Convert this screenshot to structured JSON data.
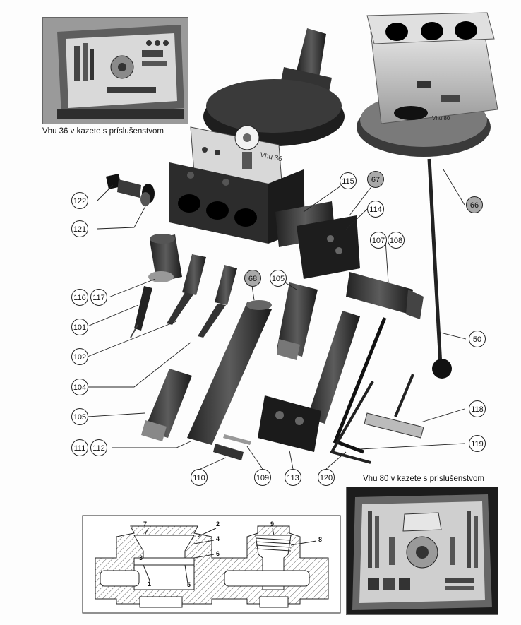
{
  "captions": {
    "top_left": "Vhu 36 v kazete s príslušenstvom",
    "bottom_right": "Vhu 80 v kazete s príslušenstvom"
  },
  "head_labels": {
    "vhu36": "Vhu 36",
    "vhu80": "Vhu 80"
  },
  "callouts": {
    "c122": "122",
    "c121": "121",
    "c115": "115",
    "c67": "67",
    "c114": "114",
    "c66": "66",
    "c107": "107",
    "c108": "108",
    "c68": "68",
    "c105a": "105",
    "c116": "116",
    "c117": "117",
    "c101": "101",
    "c102": "102",
    "c104": "104",
    "c105b": "105",
    "c50": "50",
    "c118": "118",
    "c111": "111",
    "c112": "112",
    "c119": "119",
    "c110": "110",
    "c109": "109",
    "c113": "113",
    "c120": "120"
  },
  "section_labels": {
    "l7": "7",
    "l2": "2",
    "l9": "9",
    "l4": "4",
    "l8": "8",
    "l3": "3",
    "l6": "6",
    "l1": "1",
    "l5": "5"
  }
}
